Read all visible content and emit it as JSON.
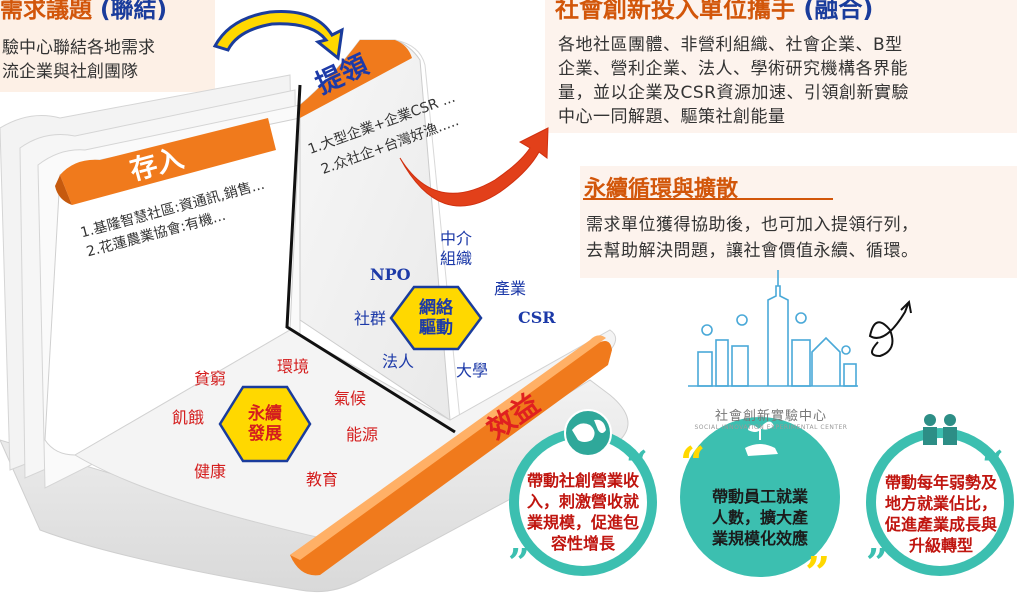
{
  "top_left": {
    "title_main": "需求議題",
    "title_accent": "(聯結)",
    "line1": "驗中心聯結各地需求",
    "line2": "流企業與社創團隊"
  },
  "top_right": {
    "title_main": "社會創新投入單位攜手",
    "title_accent": "(融合)",
    "lines": [
      "各地社區團體、非營利組織、社會企業、B型",
      "企業、營利企業、法人、學術研究機構各界能",
      "量，並以企業及CSR資源加速、引領創新實驗",
      "中心一同解題、驅策社創能量"
    ]
  },
  "mid_right": {
    "title": "永續循環與擴散",
    "lines": [
      "需求單位獲得協助後，也可加入提領行列，",
      "去幫助解決問題，讓社會價值永續、循環。"
    ]
  },
  "book": {
    "deposit_label": "存入",
    "deposit_items": [
      "1.基隆智慧社區:資通訊,銷售...",
      "2.花蓮農業協會:有機..."
    ],
    "withdraw_label": "提領",
    "withdraw_items": [
      "1.大型企業+企業CSR ...",
      "2.众社企+台灣好漁....."
    ],
    "benefit_label": "效益"
  },
  "network": {
    "center": [
      "網絡",
      "驅動"
    ],
    "nodes": {
      "intermediary": [
        "中介",
        "組織"
      ],
      "npo": "NPO",
      "industry": "產業",
      "community": "社群",
      "csr": "CSR",
      "legal": "法人",
      "university": "大學"
    }
  },
  "sustainability": {
    "center": [
      "永續",
      "發展"
    ],
    "nodes": {
      "poverty": "貧窮",
      "environment": "環境",
      "climate": "氣候",
      "hunger": "飢餓",
      "energy": "能源",
      "health": "健康",
      "education": "教育"
    }
  },
  "logo": {
    "name": "社會創新實驗中心",
    "sub": "SOCIAL INNOVATION EXPERIMENTAL CENTER"
  },
  "circles": [
    {
      "lines": [
        "帶動社創營業收",
        "入，刺激營收就",
        "業規模，促進包",
        "容性增長"
      ],
      "icon": "globe-icon"
    },
    {
      "lines": [
        "帶動員工就業",
        "人數，擴大產",
        "業規模化效應"
      ],
      "icon": "plant-hand-icon"
    },
    {
      "lines": [
        "帶動每年弱勢及",
        "地方就業佔比，",
        "促進產業成長與",
        "升級轉型"
      ],
      "icon": "people-icon"
    }
  ],
  "colors": {
    "orange": "#f07a1c",
    "accent_orange": "#d2560a",
    "accent_blue": "#1a3c9c",
    "hex_yellow": "#ffd800",
    "teal": "#3cbfb0",
    "red_text": "#d41e1e"
  }
}
